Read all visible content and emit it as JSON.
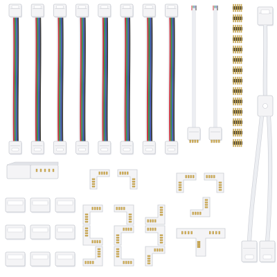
{
  "image": {
    "background": "#ffffff"
  },
  "colors": {
    "housing": "#f4f4f6",
    "housing_edge": "#c9cbd2",
    "housing_shadow": "#e1e3e8",
    "pin_gold": "#d4b25a",
    "pin_dark": "#9b7a2c",
    "wire_white": "#eceef2",
    "wire_red": "#c8323c",
    "wire_green": "#2f8c4a",
    "wire_blue": "#3b56b8",
    "wire_black": "#3a3a3a"
  },
  "products": {
    "jumper_cables": {
      "count": 8,
      "wire_colors": [
        "wire_white",
        "wire_red",
        "wire_green",
        "wire_blue",
        "wire_black"
      ]
    },
    "pigtail_connectors": {
      "count": 2
    },
    "pin_headers": {
      "count": 14
    },
    "y_splitter_cable": {
      "count": 1
    },
    "straight_clips": {
      "count": 9
    },
    "l_corner_connectors": {
      "count": 14
    },
    "t_connector": {
      "count": 1
    }
  }
}
